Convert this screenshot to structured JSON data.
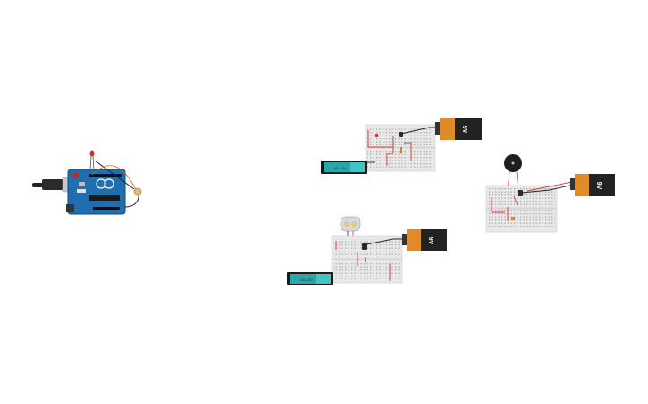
{
  "workspace": {
    "background": "#ffffff"
  },
  "colors": {
    "arduino_blue": "#1f6fb0",
    "arduino_dark": "#0f4e82",
    "breadboard": "#e8e8e8",
    "breadboard_hole": "#b9b9b9",
    "battery_orange": "#e08a2a",
    "battery_black": "#222222",
    "aa_teal": "#2aa6a6",
    "wire_red": "#e03030",
    "wire_black": "#222222",
    "led_red": "#c0392b"
  },
  "components": {
    "arduino": {
      "name": "arduino-uno",
      "icon": "arduino-board-icon"
    },
    "circuit_1": {
      "battery_9v_label": "9V",
      "aa_pack_label": "4A 1.5V"
    },
    "circuit_2": {
      "battery_9v_label": "9V",
      "aa_pack_label": "4A 1.5V"
    },
    "circuit_3": {
      "battery_9v_label": "9V"
    }
  }
}
